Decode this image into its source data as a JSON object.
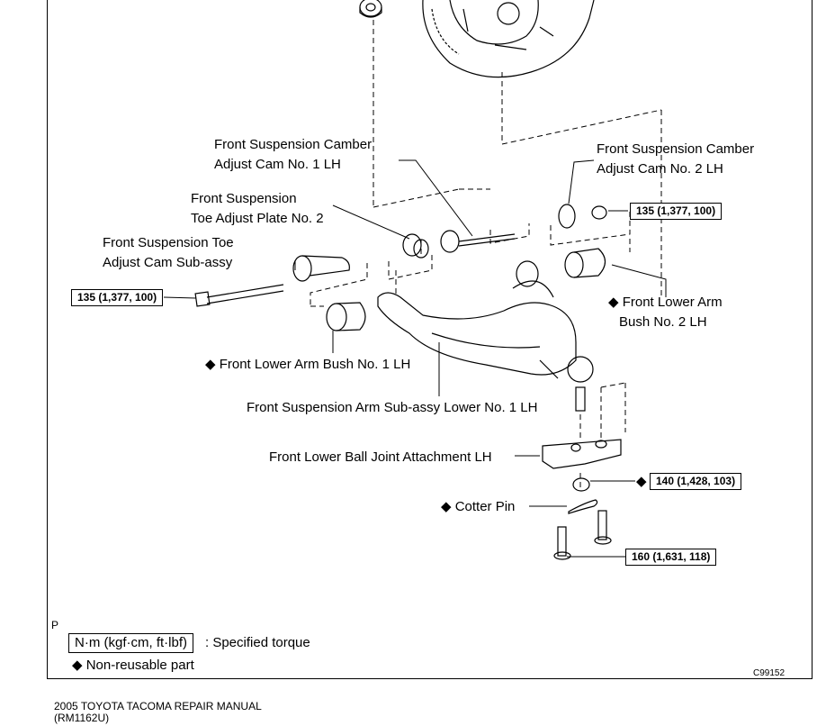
{
  "labels": {
    "camber1_line1": "Front Suspension Camber",
    "camber1_line2": "Adjust Cam No. 1 LH",
    "camber2_line1": "Front Suspension Camber",
    "camber2_line2": "Adjust Cam No. 2 LH",
    "toe_plate_line1": "Front Suspension",
    "toe_plate_line2": "Toe Adjust Plate No. 2",
    "toe_cam_line1": "Front Suspension Toe",
    "toe_cam_line2": "Adjust Cam Sub-assy",
    "bush2_line1": "◆ Front Lower Arm",
    "bush2_line2": "Bush No. 2 LH",
    "bush1": "◆ Front Lower Arm Bush No. 1 LH",
    "arm": "Front Suspension Arm Sub-assy Lower No. 1 LH",
    "ball_joint": "Front Lower Ball Joint Attachment LH",
    "cotter_pin": "◆ Cotter Pin",
    "diamond_140": "◆"
  },
  "torque": {
    "t135_right": "135 (1,377, 100)",
    "t135_left": "135 (1,377, 100)",
    "t140": "140 (1,428, 103)",
    "t160": "160 (1,631, 118)"
  },
  "legend": {
    "unit_box": "N·m (kgf·cm, ft·lbf)",
    "unit_desc": ": Specified torque",
    "nonreusable": "◆ Non-reusable part",
    "p_mark": "P"
  },
  "figure_code": "C99152",
  "footer": {
    "line1": "2005 TOYOTA TACOMA REPAIR MANUAL",
    "line2": "(RM1162U)"
  }
}
